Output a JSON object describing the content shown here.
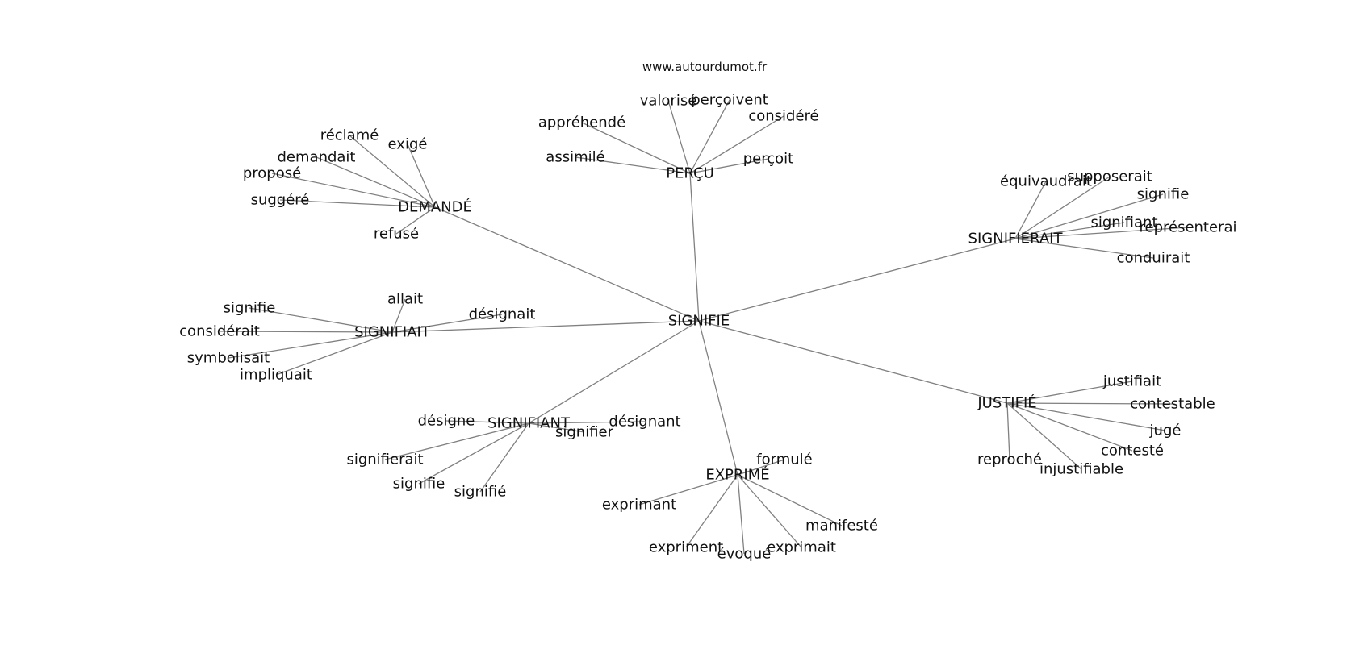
{
  "source": "www.autourdumot.fr",
  "colors": {
    "edge": "#808080",
    "text": "#111111",
    "background": "#ffffff"
  },
  "graph": {
    "center": "SIGNIFIE",
    "hubs": [
      {
        "id": "percu",
        "label": "PERÇU",
        "leaves": [
          "valorisé",
          "perçoivent",
          "appréhendé",
          "considéré",
          "assimilé",
          "perçoit"
        ]
      },
      {
        "id": "demande",
        "label": "DEMANDÉ",
        "leaves": [
          "réclamé",
          "exigé",
          "demandait",
          "proposé",
          "suggéré",
          "refusé"
        ]
      },
      {
        "id": "signifierait",
        "label": "SIGNIFIERAIT",
        "leaves": [
          "équivaudrait",
          "supposerait",
          "signifie",
          "signifiant",
          "représenterai",
          "conduirait"
        ]
      },
      {
        "id": "signifiait",
        "label": "SIGNIFIAIT",
        "leaves": [
          "allait",
          "signifie",
          "désignait",
          "considérait",
          "symbolisait",
          "impliquait"
        ]
      },
      {
        "id": "signifiant",
        "label": "SIGNIFIANT",
        "leaves": [
          "désigne",
          "désignant",
          "signifier",
          "signifierait",
          "signifie",
          "signifié"
        ]
      },
      {
        "id": "exprime",
        "label": "EXPRIMÉ",
        "leaves": [
          "formulé",
          "exprimant",
          "manifesté",
          "expriment",
          "évoqué",
          "exprimait"
        ]
      },
      {
        "id": "justifie",
        "label": "JUSTIFIÉ",
        "leaves": [
          "justifiait",
          "contestable",
          "jugé",
          "contesté",
          "reproché",
          "injustifiable"
        ]
      }
    ]
  }
}
